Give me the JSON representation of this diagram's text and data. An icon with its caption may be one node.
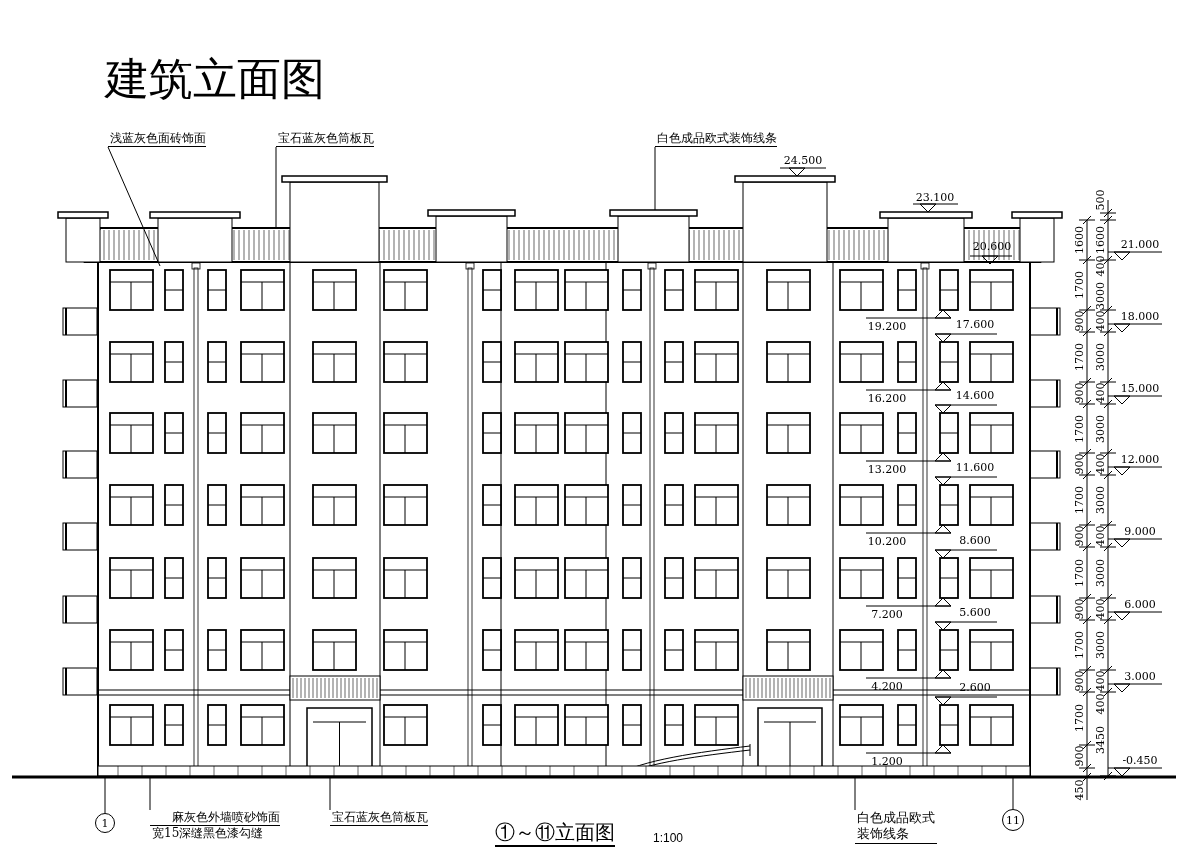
{
  "diagram": {
    "title": "建筑立面图",
    "caption": "①～⑪立面图",
    "nodes": [
      {
        "text": [
          "浅蓝灰色面砖饰面"
        ]
      },
      {
        "text": [
          "宝石蓝灰色筒板瓦"
        ]
      },
      {
        "text": [
          "白色成品欧式装饰线条"
        ]
      },
      {
        "text": [
          "麻灰色外墙喷砂饰面",
          "宽15深缝黑色漆勾缝"
        ]
      },
      {
        "text": [
          "宝石蓝灰色筒板瓦"
        ]
      },
      {
        "text": [
          "白色成品欧式装饰线条"
        ]
      },
      {
        "text": [
          "1"
        ]
      },
      {
        "text": [
          "11"
        ]
      },
      {
        "text": [],
        "shape": "picture"
      }
    ],
    "edges": [
      {
        "from": 0,
        "to": 8,
        "arrow": "none"
      },
      {
        "from": 1,
        "to": 8,
        "arrow": "none"
      },
      {
        "from": 2,
        "to": 8,
        "arrow": "none"
      },
      {
        "from": 3,
        "to": 8,
        "arrow": "none"
      },
      {
        "from": 4,
        "to": 8,
        "arrow": "none"
      },
      {
        "from": 5,
        "to": 8,
        "arrow": "none"
      },
      {
        "from": 6,
        "to": 8,
        "arrow": "none"
      },
      {
        "from": 7,
        "to": 8,
        "arrow": "none"
      }
    ],
    "labels": [
      "24.500",
      "23.100",
      "20.600",
      "19.200",
      "17.600",
      "16.200",
      "14.600",
      "13.200",
      "11.600",
      "10.200",
      "8.600",
      "7.200",
      "5.600",
      "4.200",
      "2.600",
      "1.200",
      "1600",
      "1700",
      "900",
      "1700",
      "900",
      "1700",
      "900",
      "1700",
      "900",
      "1700",
      "900",
      "1700",
      "900",
      "1700",
      "900",
      "450",
      "500",
      "1600",
      "400",
      "3000",
      "400",
      "3000",
      "400",
      "3000",
      "400",
      "3000",
      "400",
      "3000",
      "400",
      "3000",
      "400",
      "400",
      "3450",
      "21.000",
      "18.000",
      "15.000",
      "12.000",
      "9.000",
      "6.000",
      "3.000",
      "-0.450",
      "1:100"
    ]
  }
}
